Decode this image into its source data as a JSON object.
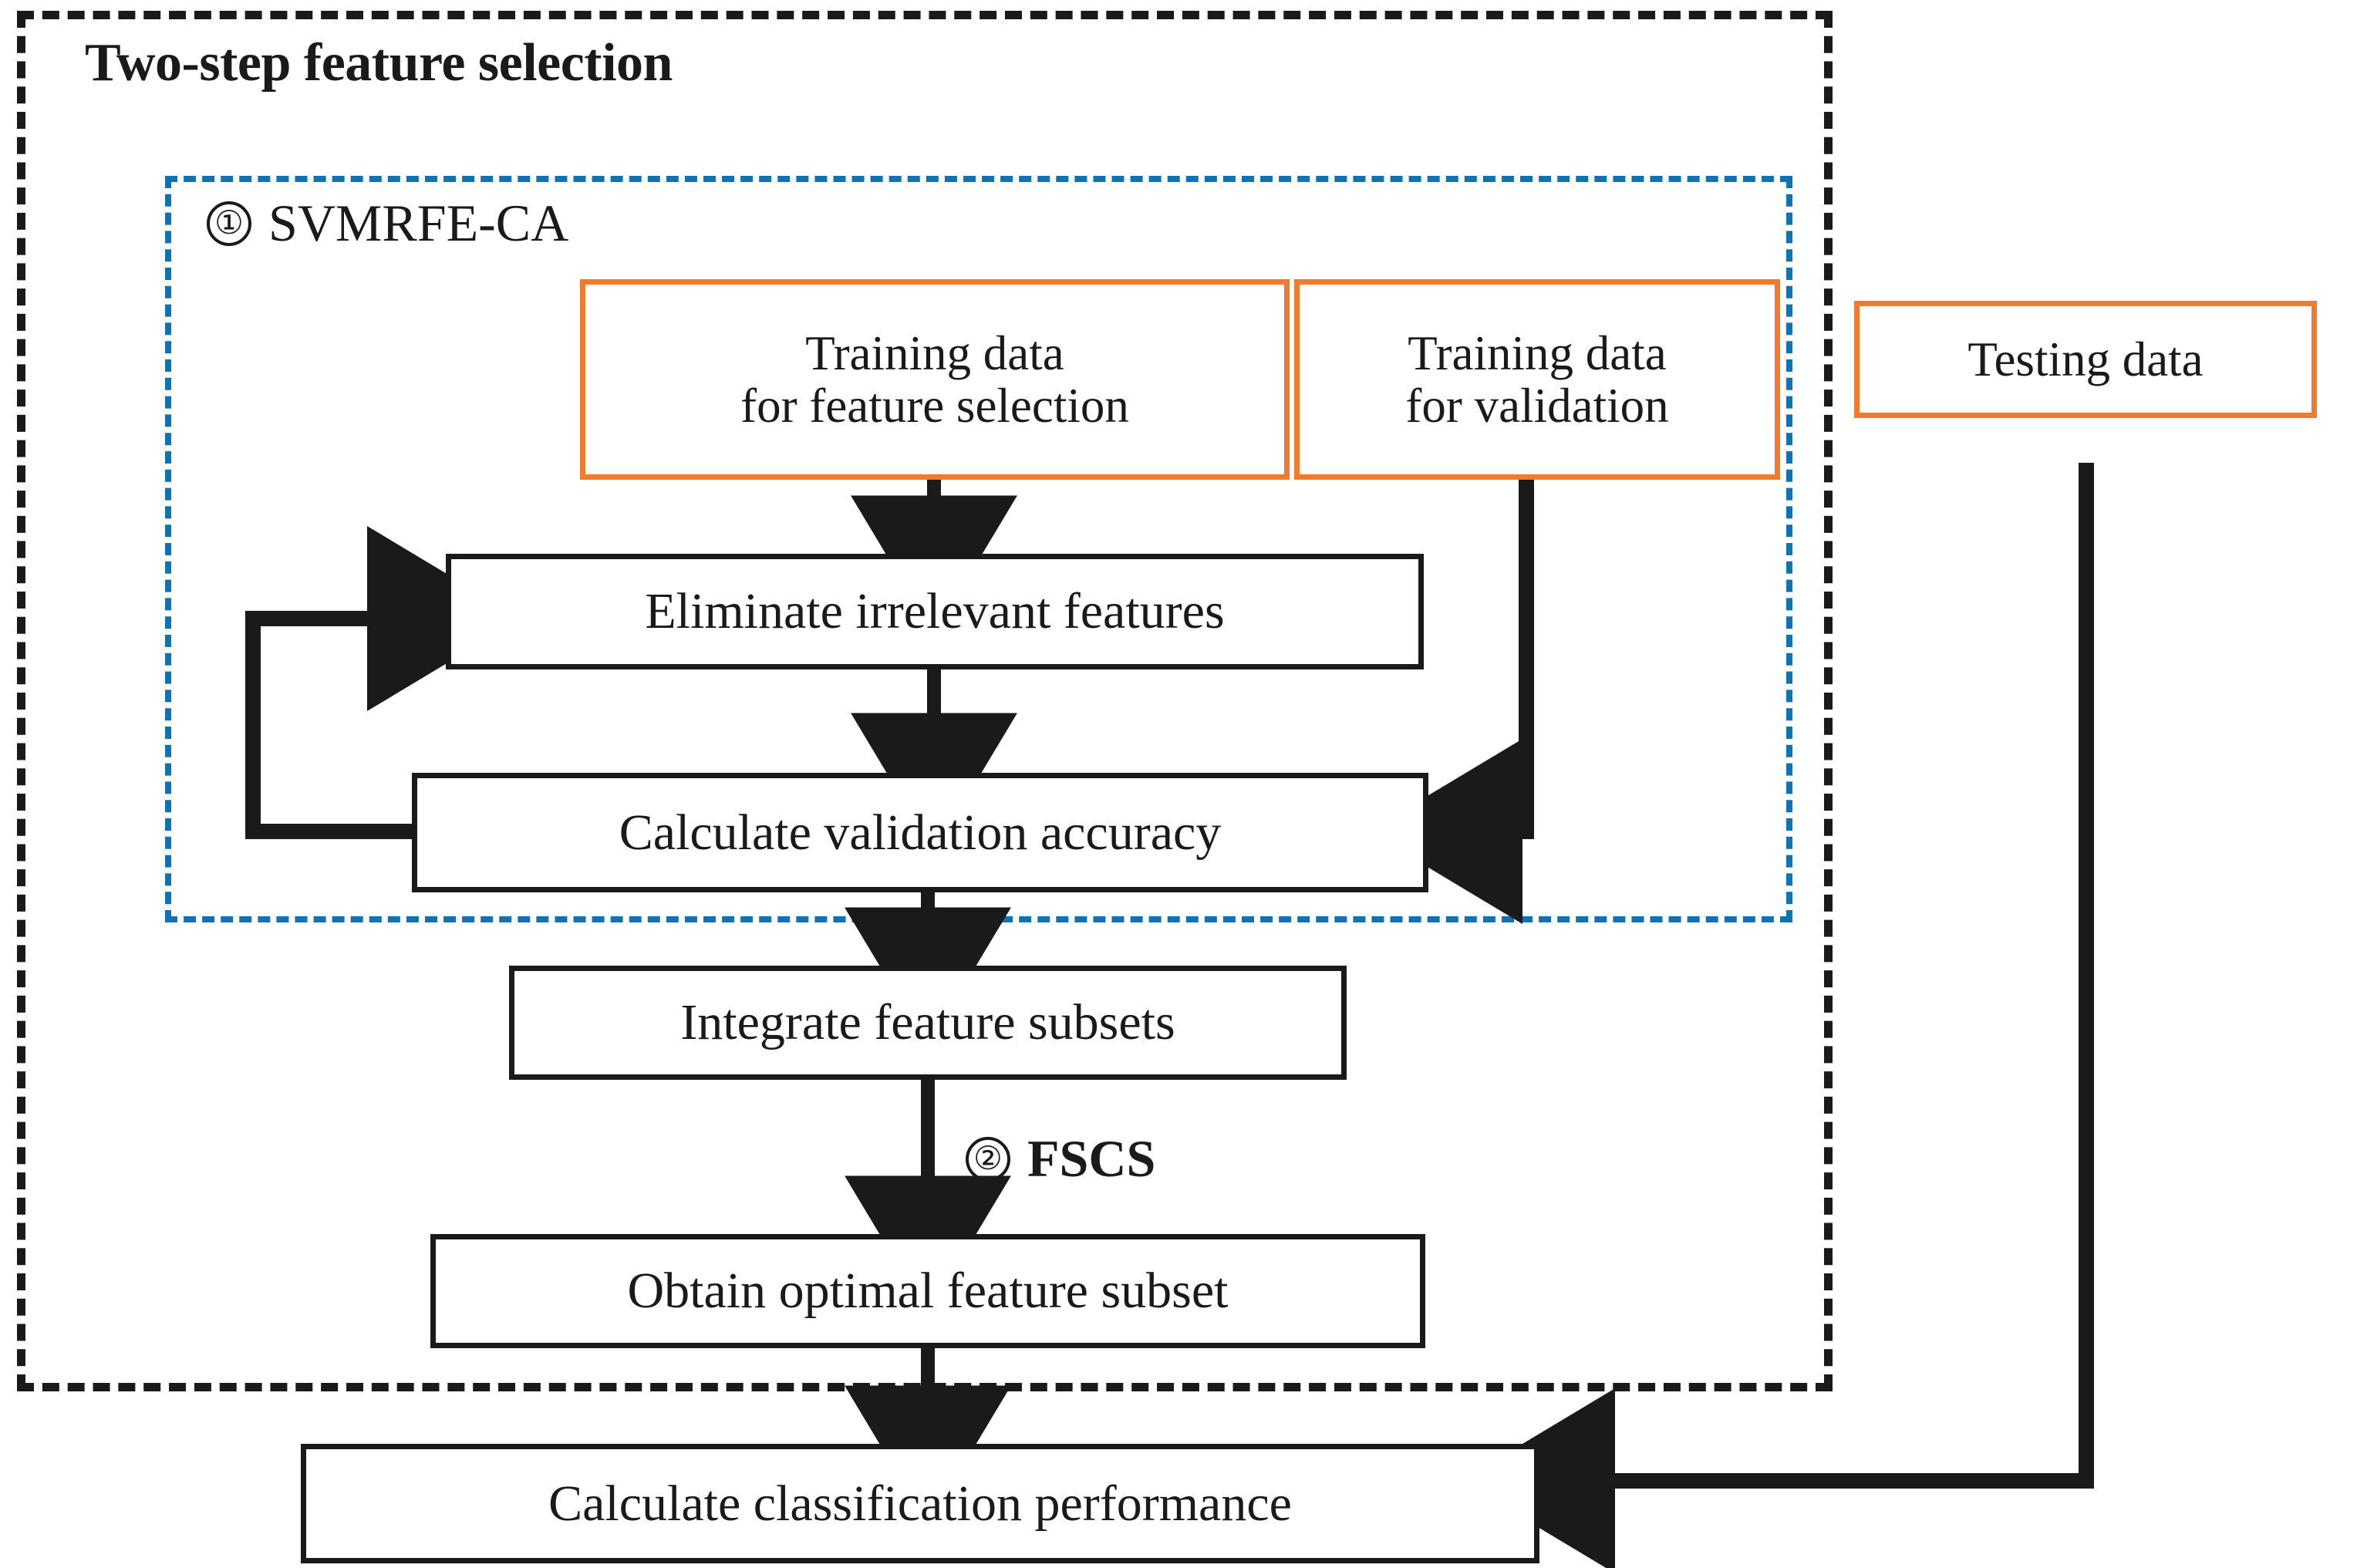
{
  "figure": {
    "type": "flowchart",
    "title": "Two-step feature selection",
    "background": "#ffffff",
    "colors": {
      "outline_black": "#1a1a1a",
      "group_blue_dashed": "#0F72B5",
      "data_box_orange": "#EF7B2F",
      "text": "#1a1a1a"
    }
  },
  "groups": {
    "outer": {
      "label": "Two-step feature selection",
      "border_style": "dashed",
      "border_color": "#1a1a1a"
    },
    "inner": {
      "marker": "①",
      "label": "SVMRFE-CA",
      "border_style": "dashed",
      "border_color": "#0F72B5"
    }
  },
  "step_markers": [
    {
      "marker": "①",
      "label": "SVMRFE-CA"
    },
    {
      "marker": "②",
      "label": "FSCS"
    }
  ],
  "nodes": {
    "training_fs": {
      "line1": "Training data",
      "line2": "for feature selection",
      "style": "orange"
    },
    "training_val": {
      "line1": "Training data",
      "line2": "for validation",
      "style": "orange"
    },
    "testing": {
      "line1": "Testing data",
      "style": "orange"
    },
    "eliminate": {
      "line1": "Eliminate irrelevant features",
      "style": "black"
    },
    "validation_acc": {
      "line1": "Calculate validation accuracy",
      "style": "black"
    },
    "integrate": {
      "line1": "Integrate feature subsets",
      "style": "black"
    },
    "optimal": {
      "line1": "Obtain optimal feature subset",
      "style": "black"
    },
    "performance": {
      "line1": "Calculate classification performance",
      "style": "black"
    }
  },
  "edges": [
    {
      "from": "training_fs",
      "to": "eliminate",
      "kind": "arrow-down"
    },
    {
      "from": "eliminate",
      "to": "validation_acc",
      "kind": "arrow-down"
    },
    {
      "from": "validation_acc",
      "to": "eliminate",
      "kind": "feedback-loop-left"
    },
    {
      "from": "training_val",
      "to": "validation_acc",
      "kind": "arrow-elbow-left"
    },
    {
      "from": "validation_acc",
      "to": "integrate",
      "kind": "arrow-down"
    },
    {
      "from": "integrate",
      "to": "optimal",
      "kind": "arrow-down",
      "label": "② FSCS"
    },
    {
      "from": "optimal",
      "to": "performance",
      "kind": "arrow-down"
    },
    {
      "from": "testing",
      "to": "performance",
      "kind": "arrow-elbow-left"
    }
  ]
}
